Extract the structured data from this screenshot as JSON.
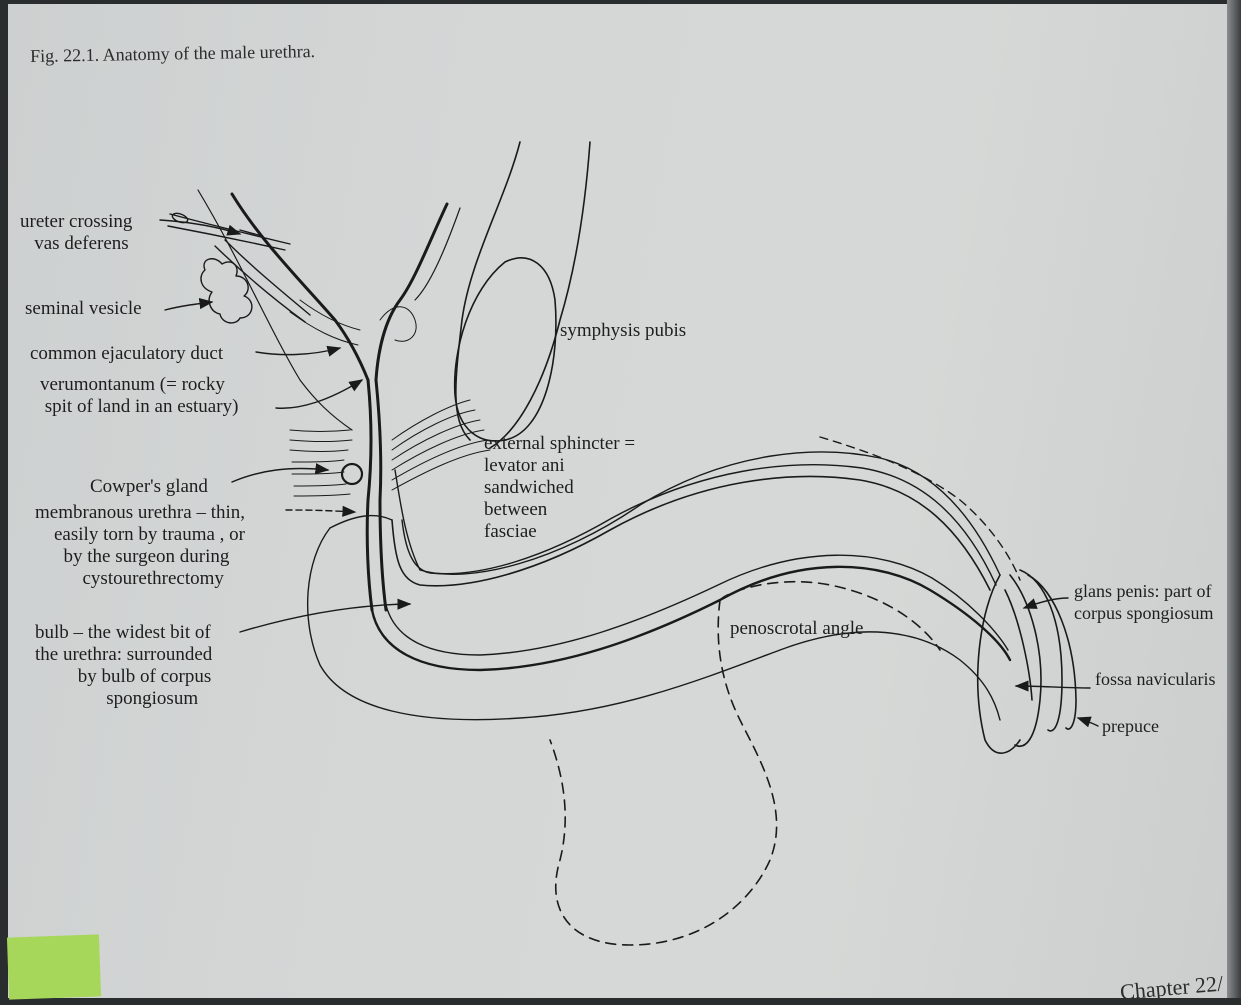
{
  "caption": "Fig. 22.1.  Anatomy of the male urethra.",
  "labels": {
    "ureter": "ureter crossing\n   vas deferens",
    "seminal_vesicle": "seminal vesicle",
    "ejaculatory_duct": "common ejaculatory duct",
    "verumontanum": "verumontanum (= rocky\n spit of land in an estuary)",
    "cowpers_gland": "Cowper's gland",
    "membranous_urethra": "membranous urethra – thin,\n    easily torn by trauma , or\n      by the surgeon during\n          cystourethrectomy",
    "bulb": "bulb – the widest bit of\nthe urethra: surrounded\n         by bulb of corpus\n               spongiosum",
    "symphysis_pubis": "symphysis pubis",
    "external_sphincter": "external sphincter =\nlevator ani\nsandwiched\nbetween\nfasciae",
    "penoscrotal_angle": "penoscrotal angle",
    "glans_penis": "glans penis: part of\ncorpus spongiosum",
    "fossa_navicularis": "fossa navicularis",
    "prepuce": "prepuce"
  },
  "footer": "Chapter 22/"
}
